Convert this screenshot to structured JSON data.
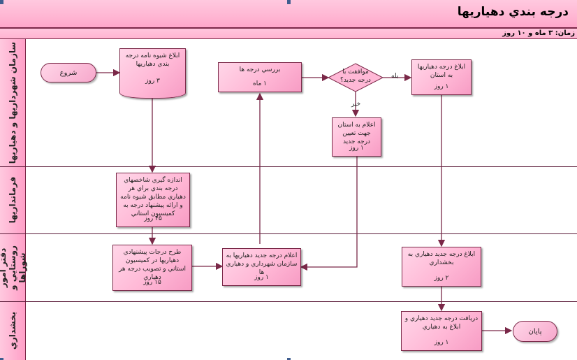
{
  "header": {
    "title": "درجه بندي دهياريها",
    "duration": "زمان: ۳ ماه و ۱۰ روز"
  },
  "lanes": [
    {
      "label": "سازمان شهرداريها و دهياريها"
    },
    {
      "label": "فرمانداريها"
    },
    {
      "label": "دفتر امور روستايي و شوراها"
    },
    {
      "label": "بخشداري"
    }
  ],
  "terminals": {
    "start": "شروع",
    "end": "پايان"
  },
  "nodes": {
    "n1": {
      "text": "ابلاغ شيوه نامه درجه بندي دهياريها",
      "duration": "۳ روز"
    },
    "n2": {
      "text": "بررسي درجه ها",
      "duration": "۱ ماه"
    },
    "decision": {
      "text": "موافقت با درجه جديد؟"
    },
    "n3": {
      "text": "ابلاغ درجه دهياريها به استان",
      "duration": "۱ روز"
    },
    "n4": {
      "text": "اعلام به استان جهت تعيين درجه جديد",
      "duration": "۱ روز"
    },
    "n5": {
      "text": "اندازه گيري شاخصهاي درجه بندي براي هر دهياري مطابق شيوه نامه و ارائه پيشنهاد درجه به كميسيون استاني",
      "duration": "۴۵ روز"
    },
    "n6": {
      "text": "طرح درجات پيشنهادي دهياريها در كميسيون استاني و تصويب درجه هر دهياري",
      "duration": "۱۵ روز"
    },
    "n7": {
      "text": "اعلام درجه جديد دهياريها به سازمان شهرداري و دهياري ها",
      "duration": "۱ روز"
    },
    "n8": {
      "text": "ابلاغ درجه جديد دهياري به بخشداري",
      "duration": "۲ روز"
    },
    "n9": {
      "text": "دريافت درجه جديد دهياري و ابلاغ به دهياري",
      "duration": "۱ روز"
    }
  },
  "edge_labels": {
    "yes": "بله",
    "no": "خير"
  },
  "colors": {
    "node_fill": "#ffb8d6",
    "border": "#7a2848",
    "arrow": "#7a2848"
  }
}
